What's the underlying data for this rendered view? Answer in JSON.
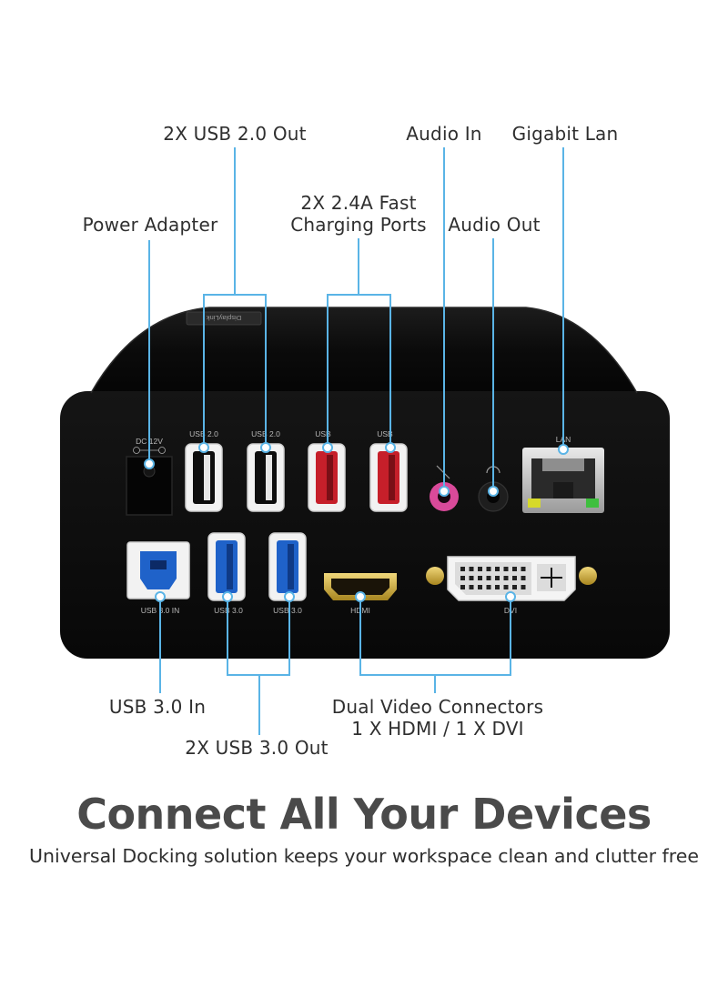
{
  "callouts": {
    "usb20_out": "2X USB 2.0 Out",
    "audio_in": "Audio In",
    "gigabit_lan": "Gigabit Lan",
    "fast_charging_line1": "2X 2.4A Fast",
    "fast_charging_line2": "Charging Ports",
    "power_adapter": "Power Adapter",
    "audio_out": "Audio Out",
    "usb30_in": "USB 3.0 In",
    "dual_video_line1": "Dual Video Connectors",
    "dual_video_line2": "1 X HDMI / 1 X DVI",
    "usb30_out": "2X USB 3.0 Out"
  },
  "port_labels": {
    "dc": "DC 12V",
    "usb20_a": "USB 2.0",
    "usb20_b": "USB 2.0",
    "usb_charge_a": "USB",
    "usb_charge_b": "USB",
    "lan": "LAN",
    "usb30_in": "USB 3.0 IN",
    "usb30_a": "USB 3.0",
    "usb30_b": "USB 3.0",
    "hdmi": "HDMI",
    "dvi": "DVI"
  },
  "badge_text": "DisplayLink",
  "headline": "Connect All Your Devices",
  "subline": "Universal Docking solution keeps your workspace clean and clutter free",
  "colors": {
    "leader_line": "#5ab4e6",
    "dock_body": "#0b0b0b",
    "usb2_white": "#f2f2f2",
    "usb_charge_red": "#c61f2a",
    "usb3_blue": "#1f62c9",
    "audio_in_pink": "#d94a9a",
    "gold": "#c9a838"
  }
}
